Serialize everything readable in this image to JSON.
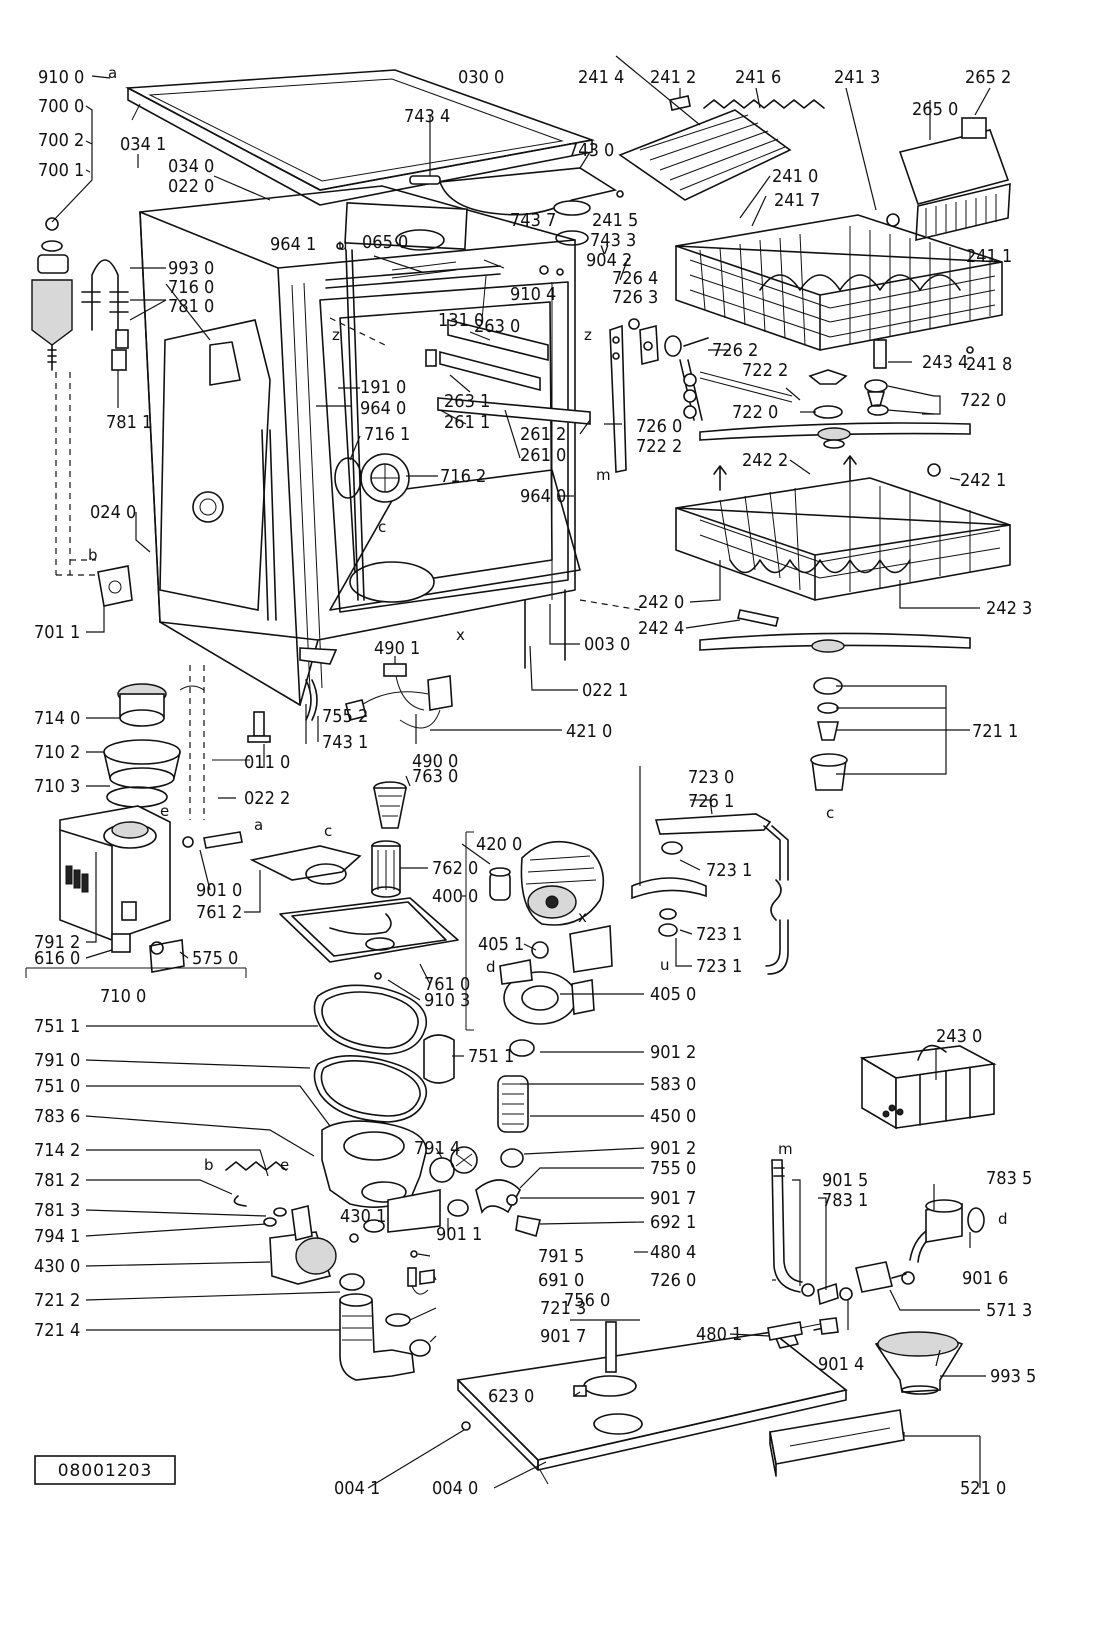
{
  "drawing_code": "08001203",
  "parts": [
    {
      "id": "p9100",
      "code": "910 0"
    },
    {
      "id": "p7000",
      "code": "700 0"
    },
    {
      "id": "p7002",
      "code": "700 2"
    },
    {
      "id": "p7001",
      "code": "700 1"
    },
    {
      "id": "p0341",
      "code": "034 1"
    },
    {
      "id": "p0340",
      "code": "034 0"
    },
    {
      "id": "p0220",
      "code": "022 0"
    },
    {
      "id": "p0300",
      "code": "030 0"
    },
    {
      "id": "p7434",
      "code": "743 4"
    },
    {
      "id": "p7430",
      "code": "743 0"
    },
    {
      "id": "p7437",
      "code": "743 7"
    },
    {
      "id": "p7433",
      "code": "743 3"
    },
    {
      "id": "p2414",
      "code": "241 4"
    },
    {
      "id": "p2412",
      "code": "241 2"
    },
    {
      "id": "p2416",
      "code": "241 6"
    },
    {
      "id": "p2413",
      "code": "241 3"
    },
    {
      "id": "p2652",
      "code": "265 2"
    },
    {
      "id": "p2650",
      "code": "265 0"
    },
    {
      "id": "p2410",
      "code": "241 0"
    },
    {
      "id": "p2417",
      "code": "241 7"
    },
    {
      "id": "p2415",
      "code": "241 5"
    },
    {
      "id": "p2411",
      "code": "241 1"
    },
    {
      "id": "p9641a",
      "code": "964 1"
    },
    {
      "id": "p0650",
      "code": "065 0"
    },
    {
      "id": "p9042",
      "code": "904 2"
    },
    {
      "id": "p7264",
      "code": "726 4"
    },
    {
      "id": "p7263",
      "code": "726 3"
    },
    {
      "id": "p9930",
      "code": "993 0"
    },
    {
      "id": "p7160",
      "code": "716 0"
    },
    {
      "id": "p7810",
      "code": "781 0"
    },
    {
      "id": "p9104",
      "code": "910 4"
    },
    {
      "id": "p1310",
      "code": "131 0"
    },
    {
      "id": "p2630",
      "code": "263 0"
    },
    {
      "id": "p7262",
      "code": "726 2"
    },
    {
      "id": "p2434",
      "code": "243 4"
    },
    {
      "id": "p2418",
      "code": "241 8"
    },
    {
      "id": "p7222a",
      "code": "722 2"
    },
    {
      "id": "p7220a",
      "code": "722 0"
    },
    {
      "id": "p7220b",
      "code": "722 0"
    },
    {
      "id": "p7811",
      "code": "781 1"
    },
    {
      "id": "p1910",
      "code": "191 0"
    },
    {
      "id": "p9640a",
      "code": "964 0"
    },
    {
      "id": "p2631",
      "code": "263 1"
    },
    {
      "id": "p2611",
      "code": "261 1"
    },
    {
      "id": "p7161",
      "code": "716 1"
    },
    {
      "id": "p2612",
      "code": "261 2"
    },
    {
      "id": "p2610",
      "code": "261 0"
    },
    {
      "id": "p7260a",
      "code": "726 0"
    },
    {
      "id": "p7222b",
      "code": "722 2"
    },
    {
      "id": "p2422",
      "code": "242 2"
    },
    {
      "id": "p2421",
      "code": "242 1"
    },
    {
      "id": "p7162",
      "code": "716 2"
    },
    {
      "id": "p9640b",
      "code": "964 0"
    },
    {
      "id": "p0240",
      "code": "024 0"
    },
    {
      "id": "p2420",
      "code": "242 0"
    },
    {
      "id": "p2423",
      "code": "242 3"
    },
    {
      "id": "p2424",
      "code": "242 4"
    },
    {
      "id": "p7011",
      "code": "701 1"
    },
    {
      "id": "p0030",
      "code": "003 0"
    },
    {
      "id": "p4901",
      "code": "490 1"
    },
    {
      "id": "p0221",
      "code": "022 1"
    },
    {
      "id": "p7140",
      "code": "714 0"
    },
    {
      "id": "p4210",
      "code": "421 0"
    },
    {
      "id": "p7211a",
      "code": "721 1"
    },
    {
      "id": "p7102",
      "code": "710 2"
    },
    {
      "id": "p7552",
      "code": "755 2"
    },
    {
      "id": "p0110",
      "code": "011 0"
    },
    {
      "id": "p7431",
      "code": "743 1"
    },
    {
      "id": "p4900",
      "code": "490 0"
    },
    {
      "id": "p7103",
      "code": "710 3"
    },
    {
      "id": "p0222",
      "code": "022 2"
    },
    {
      "id": "p7630",
      "code": "763 0"
    },
    {
      "id": "p7230",
      "code": "723 0"
    },
    {
      "id": "p7261",
      "code": "726 1"
    },
    {
      "id": "p4200",
      "code": "420 0"
    },
    {
      "id": "p7620",
      "code": "762 0"
    },
    {
      "id": "p4000",
      "code": "400 0"
    },
    {
      "id": "p7231a",
      "code": "723 1"
    },
    {
      "id": "p9010",
      "code": "901 0"
    },
    {
      "id": "p7612",
      "code": "761 2"
    },
    {
      "id": "p7231b",
      "code": "723 1"
    },
    {
      "id": "p7912",
      "code": "791 2"
    },
    {
      "id": "p6160",
      "code": "616 0"
    },
    {
      "id": "p5750",
      "code": "575 0"
    },
    {
      "id": "p4051",
      "code": "405 1"
    },
    {
      "id": "p7231c",
      "code": "723 1"
    },
    {
      "id": "p7610",
      "code": "761 0"
    },
    {
      "id": "p9103",
      "code": "910 3"
    },
    {
      "id": "p4050",
      "code": "405 0"
    },
    {
      "id": "p7100",
      "code": "710 0"
    },
    {
      "id": "p2430",
      "code": "243 0"
    },
    {
      "id": "p7511a",
      "code": "751 1"
    },
    {
      "id": "p7910",
      "code": "791 0"
    },
    {
      "id": "p7511b",
      "code": "751 1"
    },
    {
      "id": "p9012a",
      "code": "901 2"
    },
    {
      "id": "p7510",
      "code": "751 0"
    },
    {
      "id": "p5830",
      "code": "583 0"
    },
    {
      "id": "p7836",
      "code": "783 6"
    },
    {
      "id": "p4500",
      "code": "450 0"
    },
    {
      "id": "p7914",
      "code": "791 4"
    },
    {
      "id": "p7142",
      "code": "714 2"
    },
    {
      "id": "p9012b",
      "code": "901 2"
    },
    {
      "id": "p7550",
      "code": "755 0"
    },
    {
      "id": "p7812",
      "code": "781 2"
    },
    {
      "id": "p9017a",
      "code": "901 7"
    },
    {
      "id": "p7835",
      "code": "783 5"
    },
    {
      "id": "p7813",
      "code": "781 3"
    },
    {
      "id": "p6921",
      "code": "692 1"
    },
    {
      "id": "p9015",
      "code": "901 5"
    },
    {
      "id": "p7831",
      "code": "783 1"
    },
    {
      "id": "p4301",
      "code": "430 1"
    },
    {
      "id": "p7941",
      "code": "794 1"
    },
    {
      "id": "p9011",
      "code": "901 1"
    },
    {
      "id": "p4300",
      "code": "430 0"
    },
    {
      "id": "p7915",
      "code": "791 5"
    },
    {
      "id": "p4804",
      "code": "480 4"
    },
    {
      "id": "p9016",
      "code": "901 6"
    },
    {
      "id": "p6910",
      "code": "691 0"
    },
    {
      "id": "p7260b",
      "code": "726 0"
    },
    {
      "id": "p5713",
      "code": "571 3"
    },
    {
      "id": "p7212",
      "code": "721 2"
    },
    {
      "id": "p7213",
      "code": "721 3"
    },
    {
      "id": "p7560",
      "code": "756 0"
    },
    {
      "id": "p7214",
      "code": "721 4"
    },
    {
      "id": "p9017b",
      "code": "901 7"
    },
    {
      "id": "p4801",
      "code": "480 1"
    },
    {
      "id": "p9014",
      "code": "901 4"
    },
    {
      "id": "p9935",
      "code": "993 5"
    },
    {
      "id": "p6230",
      "code": "623 0"
    },
    {
      "id": "p0041",
      "code": "004 1"
    },
    {
      "id": "p0040",
      "code": "004 0"
    },
    {
      "id": "p5210",
      "code": "521 0"
    }
  ],
  "markers": [
    {
      "id": "ma1",
      "text": "a"
    },
    {
      "id": "mb1",
      "text": "b"
    },
    {
      "id": "mz1",
      "text": "z"
    },
    {
      "id": "mz2",
      "text": "z"
    },
    {
      "id": "mc1",
      "text": "c"
    },
    {
      "id": "mx1",
      "text": "x"
    },
    {
      "id": "mm1",
      "text": "m"
    },
    {
      "id": "mc2",
      "text": "c"
    },
    {
      "id": "me1",
      "text": "e"
    },
    {
      "id": "ma2",
      "text": "a"
    },
    {
      "id": "mc3",
      "text": "c"
    },
    {
      "id": "mx2",
      "text": "x"
    },
    {
      "id": "md1",
      "text": "d"
    },
    {
      "id": "mu1",
      "text": "u"
    },
    {
      "id": "mv1",
      "text": "v"
    },
    {
      "id": "mu2",
      "text": "u"
    },
    {
      "id": "mb2",
      "text": "b"
    },
    {
      "id": "me2",
      "text": "e"
    },
    {
      "id": "mm2",
      "text": "m"
    },
    {
      "id": "md2",
      "text": "d"
    }
  ]
}
